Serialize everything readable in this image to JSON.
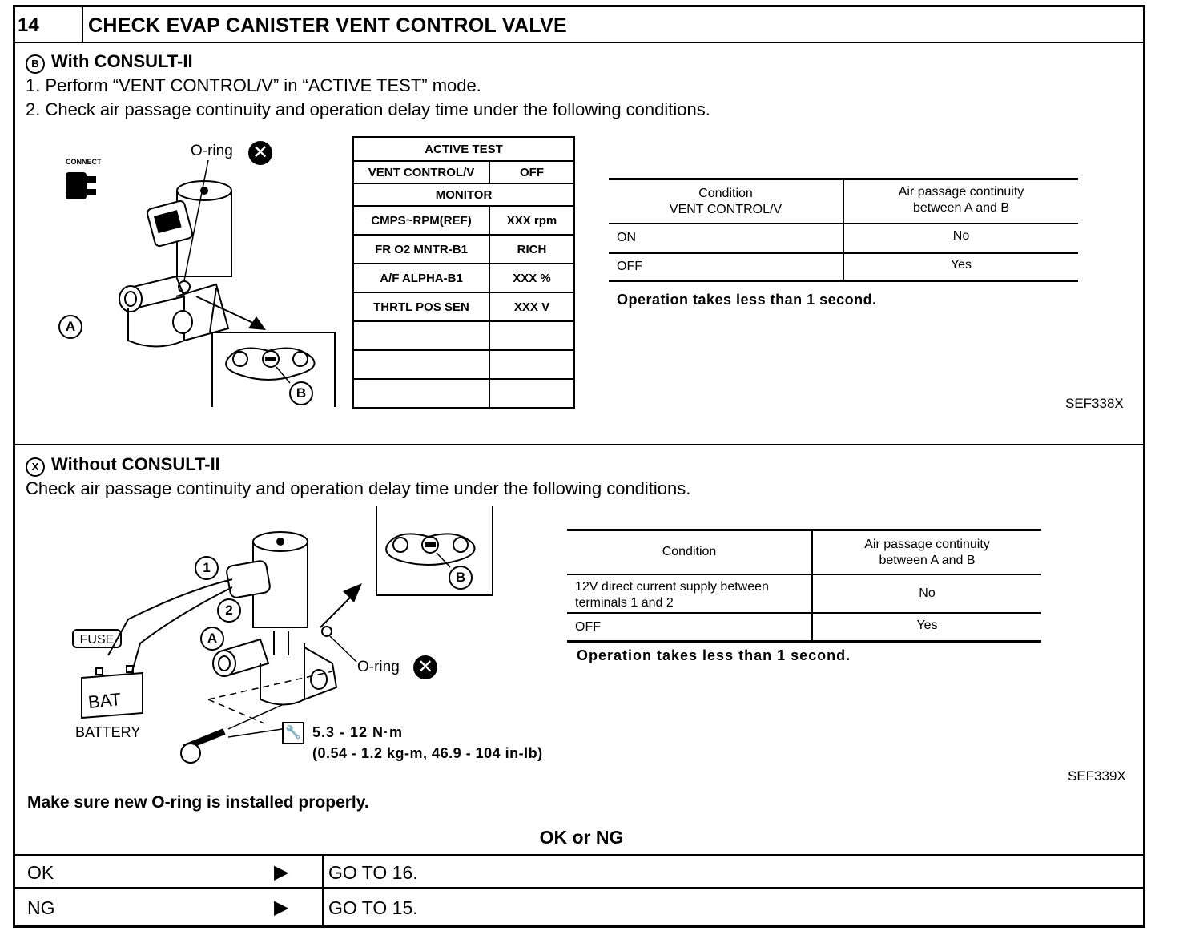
{
  "step": {
    "number": "14",
    "title": "CHECK EVAP CANISTER VENT CONTROL VALVE"
  },
  "with_consult": {
    "heading": "With CONSULT-II",
    "icon_letter": "B",
    "steps": [
      "1.  Perform “VENT CONTROL/V” in “ACTIVE TEST” mode.",
      "2.  Check air passage continuity and operation delay time under the following conditions."
    ],
    "illustration": {
      "connect_label": "CONNECT",
      "oring_label": "O-ring",
      "label_a": "A",
      "label_b": "B"
    },
    "active_test": {
      "title": "ACTIVE TEST",
      "item": "VENT CONTROL/V",
      "item_value": "OFF",
      "monitor": "MONITOR",
      "rows": [
        {
          "name": "CMPS~RPM(REF)",
          "value": "XXX rpm"
        },
        {
          "name": "FR O2 MNTR-B1",
          "value": "RICH"
        },
        {
          "name": "A/F ALPHA-B1",
          "value": "XXX %"
        },
        {
          "name": "THRTL POS SEN",
          "value": "XXX V"
        }
      ]
    },
    "table": {
      "header_condition_line1": "Condition",
      "header_condition_line2": "VENT CONTROL/V",
      "header_result_line1": "Air passage continuity",
      "header_result_line2": "between A and B",
      "rows": [
        {
          "condition": "ON",
          "result": "No"
        },
        {
          "condition": "OFF",
          "result": "Yes"
        }
      ]
    },
    "note": "Operation takes less than 1 second.",
    "figure_code": "SEF338X"
  },
  "without_consult": {
    "heading": "Without CONSULT-II",
    "icon_letter": "X",
    "instruction": "Check air passage continuity and operation delay time under the following conditions.",
    "illustration": {
      "fuse_label": "FUSE",
      "bat_label": "BAT",
      "battery_label": "BATTERY",
      "oring_label": "O-ring",
      "terminal_1": "1",
      "terminal_2": "2",
      "label_a": "A",
      "label_b": "B",
      "torque_line1": "5.3 - 12 N·m",
      "torque_line2": "(0.54 - 1.2 kg-m, 46.9 - 104 in-lb)"
    },
    "table": {
      "header_condition": "Condition",
      "header_result_line1": "Air passage continuity",
      "header_result_line2": "between A and B",
      "rows": [
        {
          "condition_line1": "12V direct current supply between",
          "condition_line2": "terminals 1 and 2",
          "result": "No"
        },
        {
          "condition_line1": "OFF",
          "condition_line2": "",
          "result": "Yes"
        }
      ]
    },
    "note": "Operation takes less than 1 second.",
    "figure_code": "SEF339X"
  },
  "footer": {
    "warning": "Make sure new O-ring is installed properly.",
    "ok_or_ng": "OK or NG",
    "outcomes": [
      {
        "result": "OK",
        "action": "GO TO 16."
      },
      {
        "result": "NG",
        "action": "GO TO 15."
      }
    ]
  }
}
